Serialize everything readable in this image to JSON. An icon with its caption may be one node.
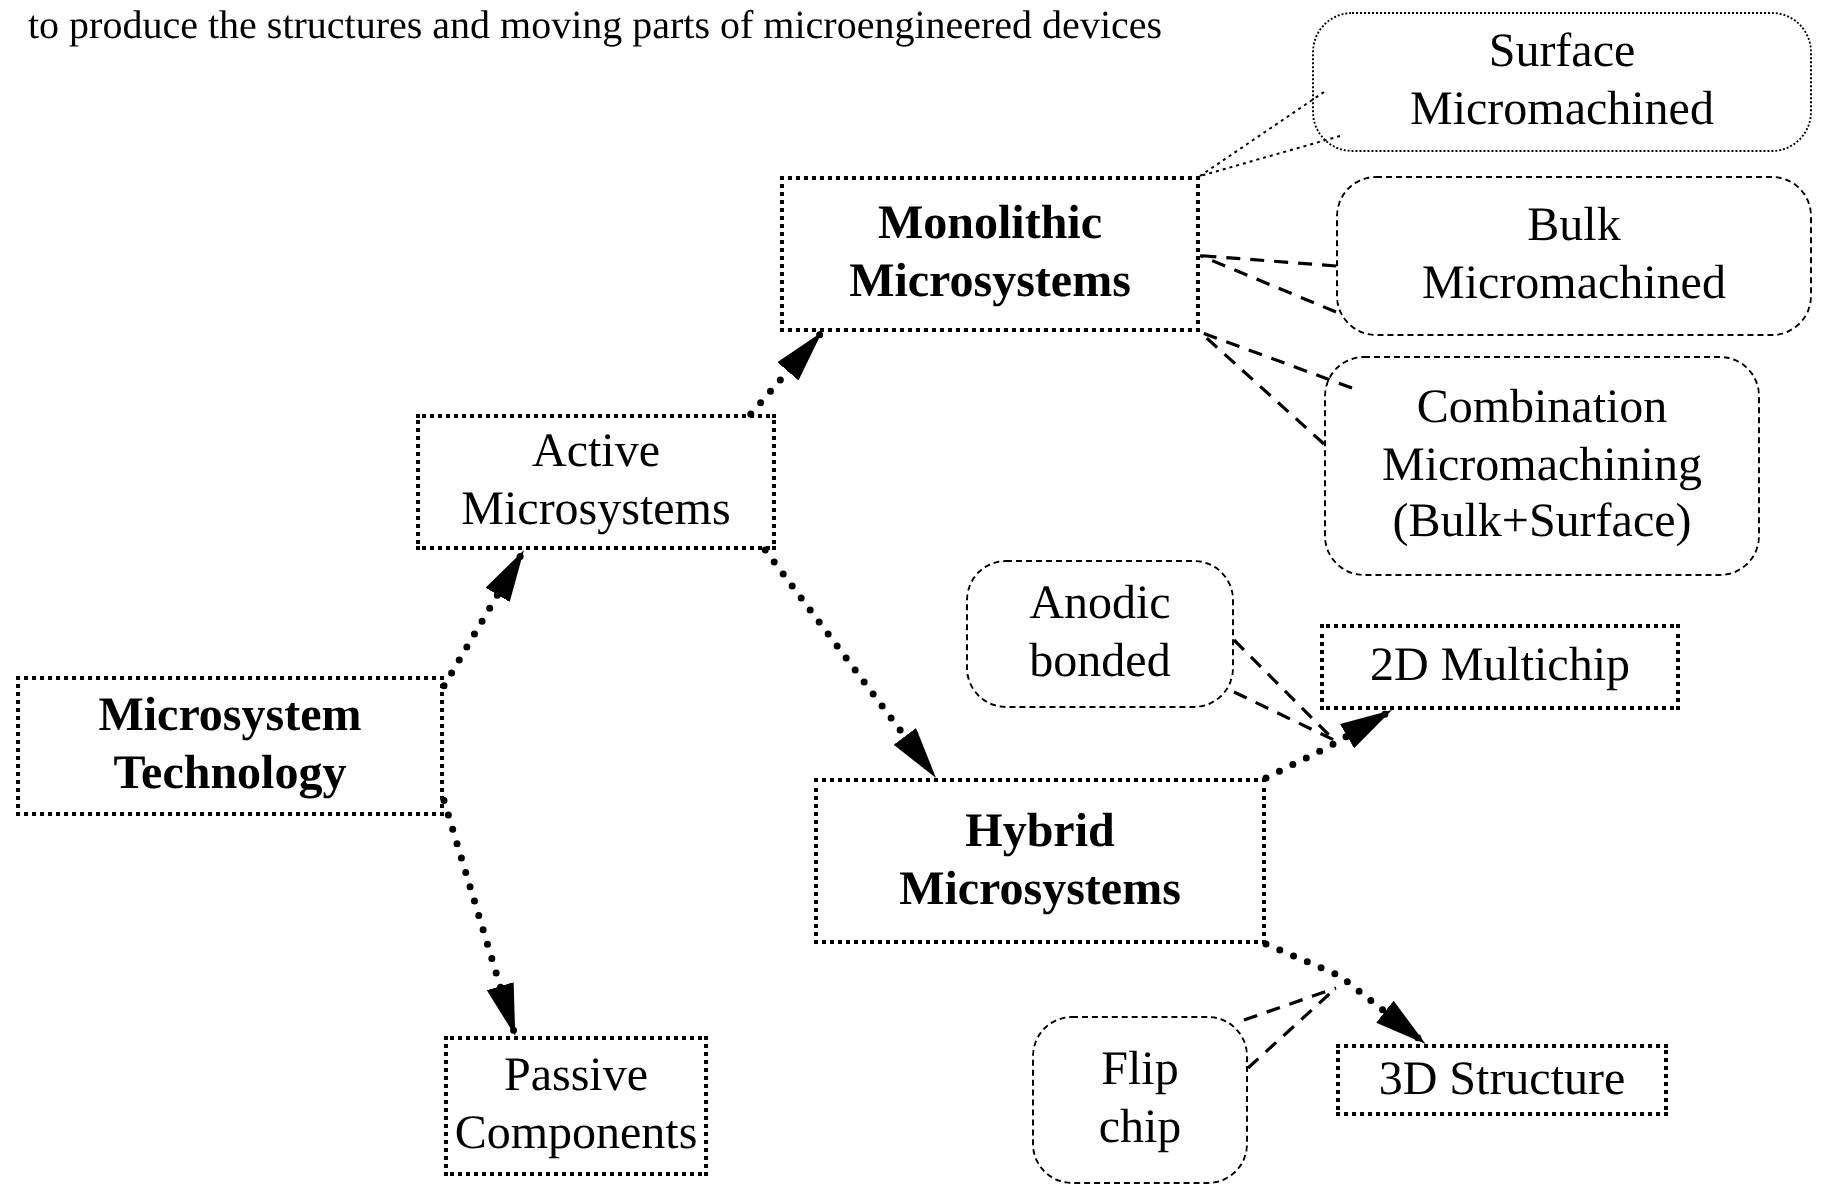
{
  "diagram": {
    "nodes": [
      {
        "text": [
          "Microsystem Technology"
        ]
      },
      {
        "text": [
          "Active Microsystems"
        ]
      },
      {
        "text": [
          "Passive Components"
        ]
      },
      {
        "text": [
          "Monolithic Microsystems"
        ]
      },
      {
        "text": [
          "Hybrid Microsystems"
        ]
      },
      {
        "text": [
          "Surface Micromachined"
        ]
      },
      {
        "text": [
          "Bulk Micromachined"
        ]
      },
      {
        "text": [
          "Combination Micromachining (Bulk+Surface)"
        ]
      },
      {
        "text": [
          "Anodic bonded"
        ]
      },
      {
        "text": [
          "2D Multichip"
        ]
      },
      {
        "text": [
          "Flip chip"
        ]
      },
      {
        "text": [
          "3D Structure"
        ]
      }
    ],
    "edges": [
      {
        "from": 0,
        "to": 1,
        "arrow": "to"
      },
      {
        "from": 0,
        "to": 2,
        "arrow": "to"
      },
      {
        "from": 1,
        "to": 3,
        "arrow": "to"
      },
      {
        "from": 1,
        "to": 4,
        "arrow": "to"
      },
      {
        "from": 4,
        "to": 9,
        "arrow": "to"
      },
      {
        "from": 4,
        "to": 11,
        "arrow": "to"
      },
      {
        "from": 5,
        "to": 3,
        "arrow": "none"
      },
      {
        "from": 6,
        "to": 3,
        "arrow": "none",
        "style": "dashed"
      },
      {
        "from": 7,
        "to": 3,
        "arrow": "none",
        "style": "dashed"
      },
      {
        "from": 8,
        "to": null,
        "arrow": "none",
        "style": "dashed"
      },
      {
        "from": 10,
        "to": null,
        "arrow": "none",
        "style": "dashed"
      }
    ],
    "labels": [
      "to produce the structures and moving parts of microengineered devices"
    ]
  }
}
